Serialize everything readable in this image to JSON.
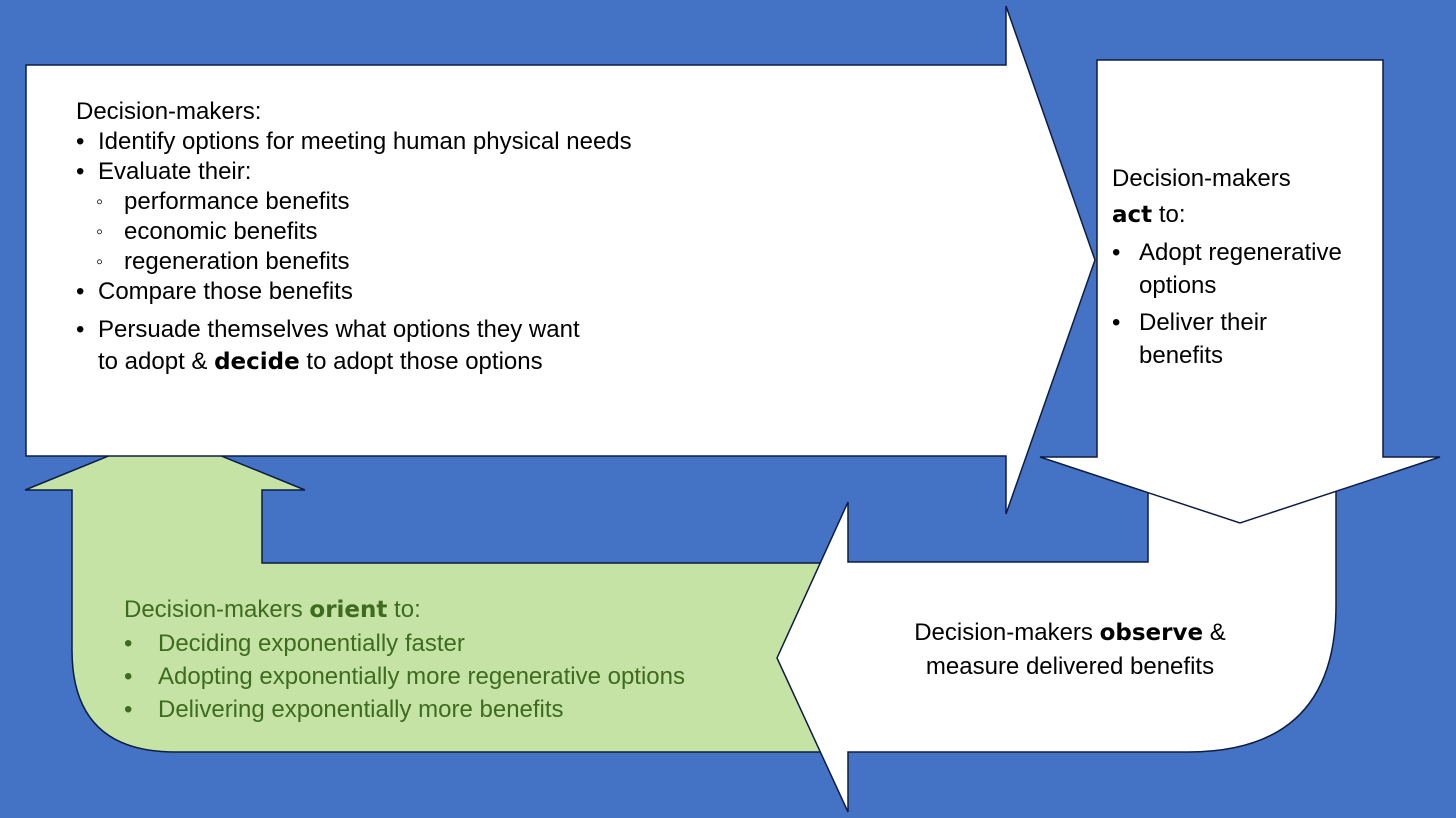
{
  "decide_box": {
    "heading": "Decision-makers:",
    "item1": "Identify options for meeting human physical needs",
    "item2": "Evaluate their:",
    "sub1": "performance benefits",
    "sub2": "economic benefits",
    "sub3": "regeneration benefits",
    "item3": "Compare those benefits",
    "item4_line1": "Persuade themselves what options they want",
    "item4_line2_pre": "to adopt & ",
    "item4_keyword": "decide",
    "item4_line2_post": " to adopt those options"
  },
  "act_box": {
    "heading": "Decision-makers",
    "keyword": "act",
    "suffix": " to:",
    "item1_line1": "Adopt regenerative",
    "item1_line2": "options",
    "item2_line1": "Deliver their",
    "item2_line2": "benefits"
  },
  "observe_box": {
    "line1_pre": "Decision-makers ",
    "keyword": "observe",
    "line1_post": " &",
    "line2": "measure delivered benefits"
  },
  "orient_box": {
    "heading_pre": "Decision-makers ",
    "keyword": "orient",
    "heading_post": " to:",
    "item1": "Deciding exponentially faster",
    "item2": "Adopting exponentially more regenerative options",
    "item3": "Delivering exponentially more benefits"
  },
  "colors": {
    "background": "#4472c4",
    "box_fill": "#ffffff",
    "orient_fill": "#c5e3a5",
    "outline": "#0d1d42",
    "orient_text": "#3f6b20"
  }
}
